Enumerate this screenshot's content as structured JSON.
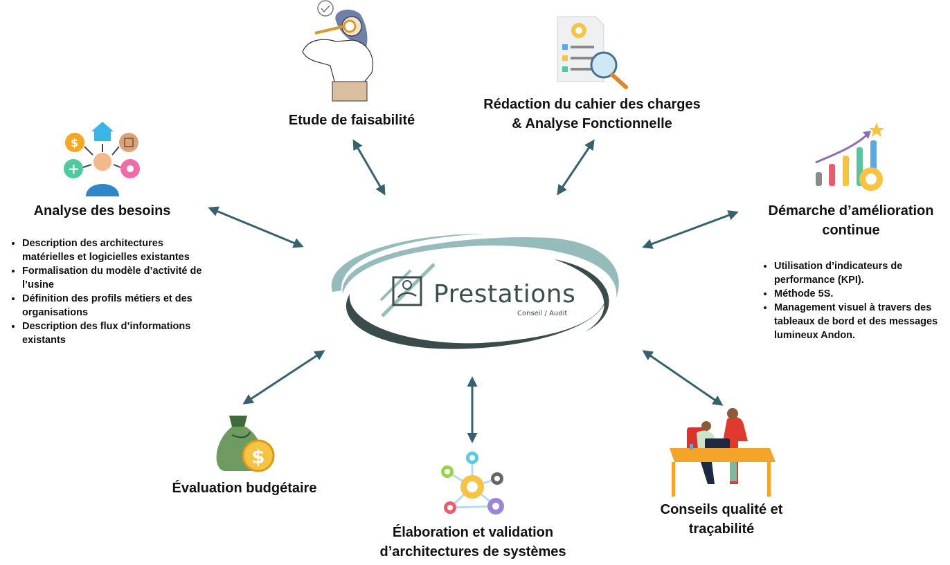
{
  "center": {
    "title": "Prestations",
    "subtitle": "Conseil / Audit"
  },
  "nodes": {
    "etude": {
      "title": "Etude de faisabilité"
    },
    "redaction": {
      "title_line1": "Rédaction du cahier des charges",
      "title_line2": "& Analyse Fonctionnelle"
    },
    "analyse": {
      "title": "Analyse des besoins",
      "bullets": [
        "Description des architectures matérielles et logicielles existantes",
        "Formalisation du modèle d’activité de l’usine",
        "Définition des profils métiers et des organisations",
        "Description des flux d’informations existants"
      ]
    },
    "demarche": {
      "title_line1": "Démarche d’amélioration",
      "title_line2": "continue",
      "bullets": [
        "Utilisation d’indicateurs de performance (KPI).",
        "Méthode 5S.",
        "Management visuel à travers des tableaux de bord et des messages lumineux Andon."
      ]
    },
    "evaluation": {
      "title": "Évaluation budgétaire"
    },
    "elaboration": {
      "title_line1": "Élaboration et validation",
      "title_line2": "d’architectures de systèmes"
    },
    "conseils": {
      "title_line1": "Conseils qualité et",
      "title_line2": "traçabilité"
    }
  },
  "icons": {
    "etude": "magnifier-woman-icon",
    "redaction": "document-magnifier-icon",
    "analyse": "person-network-icon",
    "demarche": "growth-chart-icon",
    "evaluation": "money-bag-icon",
    "elaboration": "gear-network-icon",
    "conseils": "office-meeting-icon",
    "logo": "handshake-award-icon"
  },
  "colors": {
    "arrow": "#37626d",
    "ring_light": "#95bcba",
    "ring_dark": "#394b4b",
    "logo_text": "#3d4e4e"
  }
}
